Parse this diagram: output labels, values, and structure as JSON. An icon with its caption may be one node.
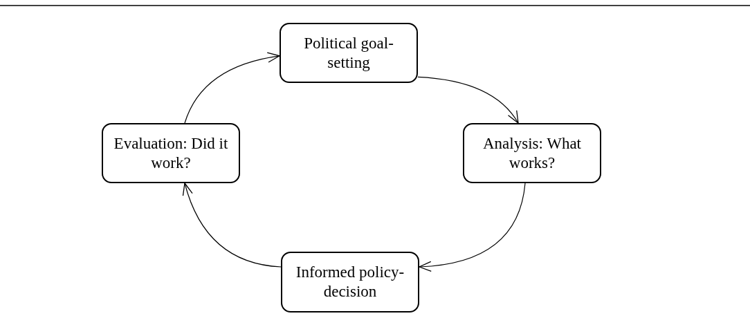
{
  "diagram": {
    "nodes": [
      {
        "text": [
          "Political goal-setting"
        ]
      },
      {
        "text": [
          "Analysis: What works?"
        ]
      },
      {
        "text": [
          "Informed policy-decision"
        ]
      },
      {
        "text": [
          "Evaluation: Did it work?"
        ]
      }
    ],
    "edges": [
      {
        "from": 0,
        "to": 1,
        "arrow": "to"
      },
      {
        "from": 1,
        "to": 2,
        "arrow": "to"
      },
      {
        "from": 2,
        "to": 3,
        "arrow": "to"
      },
      {
        "from": 3,
        "to": 0,
        "arrow": "to"
      }
    ]
  }
}
